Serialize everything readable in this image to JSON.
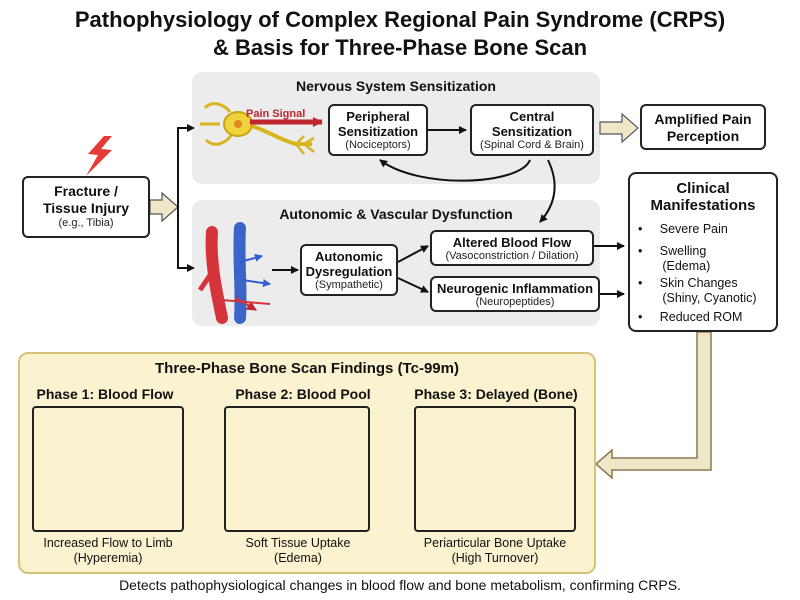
{
  "title": {
    "line1": "Pathophysiology of Complex Regional Pain Syndrome (CRPS)",
    "line2": "& Basis for Three-Phase Bone Scan"
  },
  "start": {
    "title_line1": "Fracture /",
    "title_line2": "Tissue Injury",
    "sub": "(e.g., Tibia)"
  },
  "nervous": {
    "title": "Nervous System Sensitization",
    "pain_signal": "Pain Signal",
    "peripheral": {
      "title_line1": "Peripheral",
      "title_line2": "Sensitization",
      "sub": "(Nociceptors)"
    },
    "central": {
      "title_line1": "Central",
      "title_line2": "Sensitization",
      "sub": "(Spinal Cord & Brain)"
    },
    "amplified": {
      "line1": "Amplified Pain",
      "line2": "Perception"
    }
  },
  "autonomic": {
    "title": "Autonomic & Vascular Dysfunction",
    "dysregulation": {
      "line1": "Autonomic",
      "line2": "Dysregulation",
      "sub": "(Sympathetic)"
    },
    "altered": {
      "title": "Altered Blood Flow",
      "sub": "(Vasoconstriction / Dilation)"
    },
    "neurogenic": {
      "title": "Neurogenic Inflammation",
      "sub": "(Neuropeptides)"
    }
  },
  "clinical": {
    "title_line1": "Clinical",
    "title_line2": "Manifestations",
    "items": [
      {
        "line1": "Severe Pain",
        "line2": "",
        "icon": "pain-icon"
      },
      {
        "line1": "Swelling",
        "line2": "(Edema)",
        "icon": "swelling-icon"
      },
      {
        "line1": "Skin Changes",
        "line2": "(Shiny, Cyanotic)",
        "icon": "skin-icon"
      },
      {
        "line1": "Reduced ROM",
        "line2": "",
        "icon": "joint-icon"
      }
    ]
  },
  "bone_scan": {
    "title": "Three-Phase Bone Scan Findings (Tc-99m)",
    "phases": [
      {
        "title": "Phase 1: Blood Flow",
        "cap1": "Increased Flow to Limb",
        "cap2": "(Hyperemia)"
      },
      {
        "title": "Phase 2: Blood Pool",
        "cap1": "Soft Tissue Uptake",
        "cap2": "(Edema)"
      },
      {
        "title": "Phase 3: Delayed (Bone)",
        "cap1": "Periarticular Bone Uptake",
        "cap2": "(High Turnover)"
      }
    ]
  },
  "footer": "Detects pathophysiological changes in blood flow and bone metabolism, confirming CRPS.",
  "colors": {
    "panel": "#ececec",
    "bone_panel": "#fbf3cf",
    "vessel_red": "#d6333b",
    "vessel_blue": "#3a64c8",
    "nerve": "#f0d23c",
    "arrow_fill": "#efe7c8"
  }
}
